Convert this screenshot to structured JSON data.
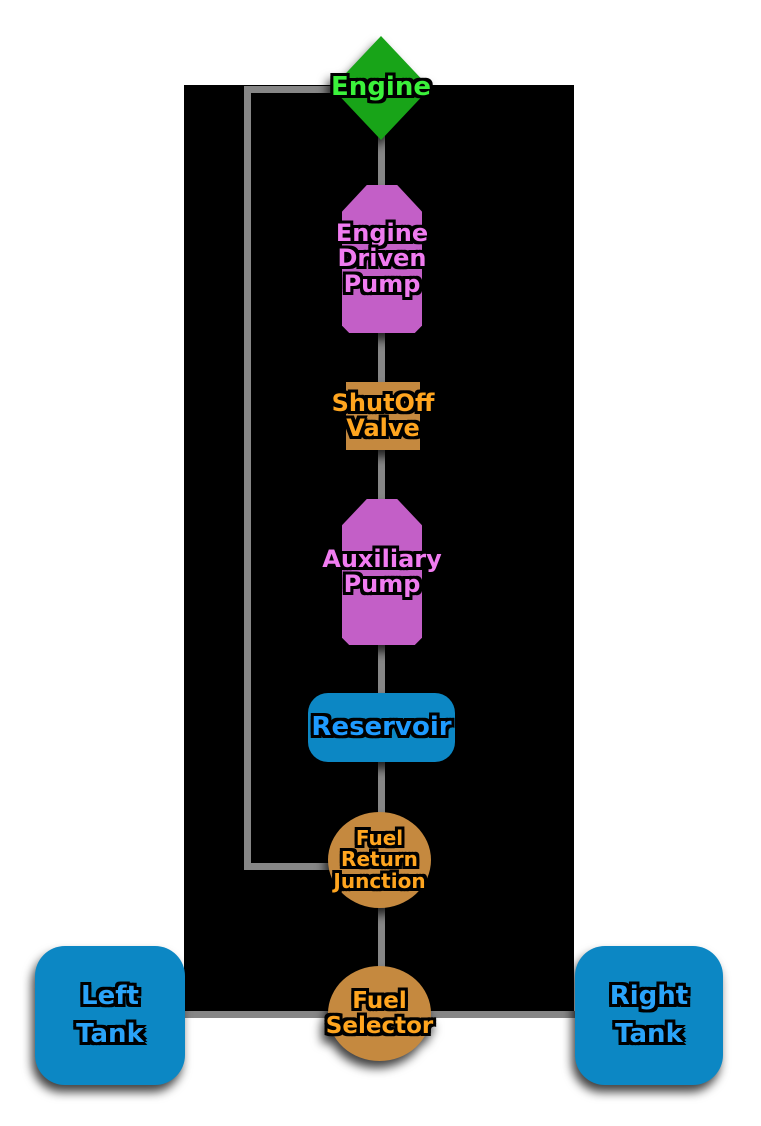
{
  "diagram": {
    "background_color": "#000000",
    "canvas_color": "#ffffff",
    "pipe_color": "#868686",
    "nodes": {
      "engine": {
        "label": "Engine",
        "shape": "diamond",
        "fill": "#18A418",
        "text_color": "#3BF23B"
      },
      "engine-driven-pump": {
        "label": "Engine\nDriven\nPump",
        "shape": "pump",
        "fill": "#C35FC7",
        "text_color": "#F07CF0"
      },
      "shutoff-valve": {
        "label": "ShutOff\nValve",
        "shape": "rectangle",
        "fill": "#C5893F",
        "text_color": "#FFA51F"
      },
      "auxiliary-pump": {
        "label": "Auxiliary\nPump",
        "shape": "pump",
        "fill": "#C35FC7",
        "text_color": "#F07CF0"
      },
      "reservoir": {
        "label": "Reservoir",
        "shape": "rounded-rectangle",
        "fill": "#0C87C4",
        "text_color": "#1E9BFF"
      },
      "fuel-return-junction": {
        "label": "Fuel\nReturn\nJunction",
        "shape": "circle",
        "fill": "#C5893F",
        "text_color": "#FFA51F"
      },
      "fuel-selector": {
        "label": "Fuel\nSelector",
        "shape": "circle",
        "fill": "#C5893F",
        "text_color": "#FFA51F"
      },
      "left-tank": {
        "label": "Left\nTank",
        "shape": "rounded-square",
        "fill": "#0C87C4",
        "text_color": "#29A3F9"
      },
      "right-tank": {
        "label": "Right\nTank",
        "shape": "rounded-square",
        "fill": "#0C87C4",
        "text_color": "#29A3F9"
      }
    },
    "edges": [
      {
        "from": "engine",
        "to": "engine-driven-pump"
      },
      {
        "from": "engine-driven-pump",
        "to": "shutoff-valve"
      },
      {
        "from": "shutoff-valve",
        "to": "auxiliary-pump"
      },
      {
        "from": "auxiliary-pump",
        "to": "reservoir"
      },
      {
        "from": "reservoir",
        "to": "fuel-return-junction"
      },
      {
        "from": "fuel-return-junction",
        "to": "fuel-selector"
      },
      {
        "from": "engine",
        "to": "fuel-return-junction",
        "route": "left-return-loop"
      },
      {
        "from": "left-tank",
        "to": "fuel-selector"
      },
      {
        "from": "fuel-selector",
        "to": "right-tank"
      }
    ]
  }
}
